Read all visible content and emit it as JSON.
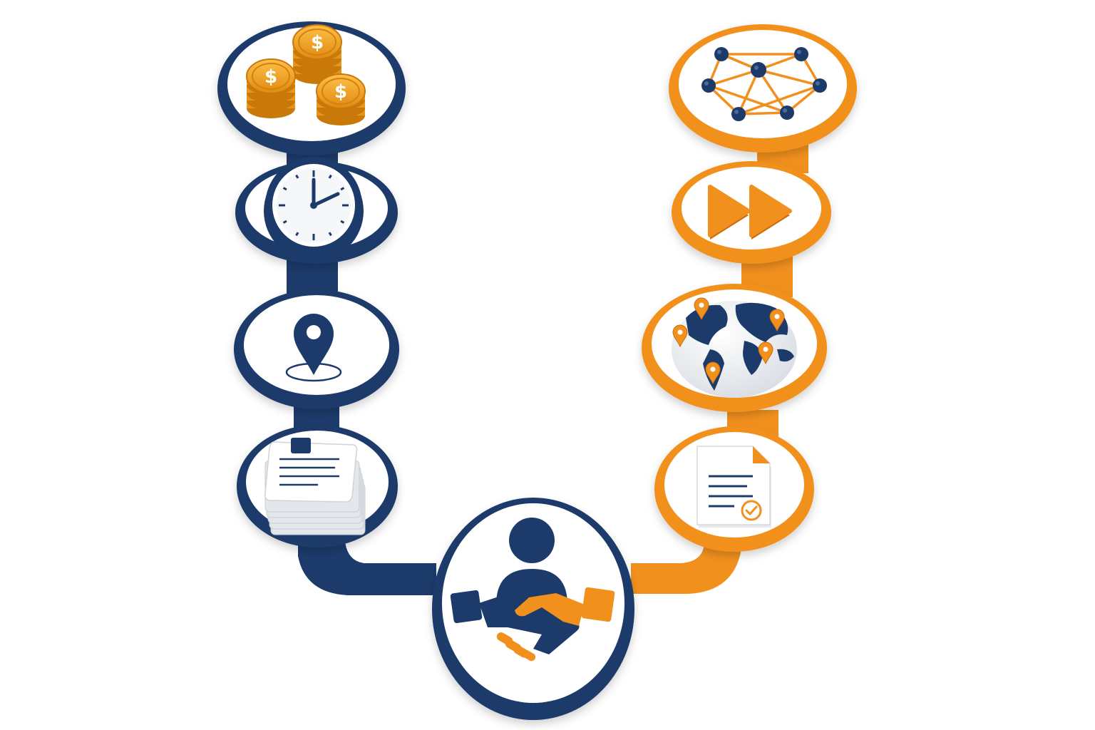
{
  "colors": {
    "navy": "#1c3b6b",
    "navy_dark": "#132b52",
    "orange": "#f2901e",
    "orange_dark": "#c96d0c",
    "gold": "#f5a623",
    "white": "#ffffff",
    "paper": "#f4f5f7"
  },
  "nodes": [
    {
      "id": "coins",
      "icon": "dollar-coins-icon",
      "side": "left",
      "glyph": "$"
    },
    {
      "id": "clock",
      "icon": "clock-icon",
      "side": "left"
    },
    {
      "id": "pin",
      "icon": "location-pin-icon",
      "side": "left"
    },
    {
      "id": "docs",
      "icon": "document-stack-icon",
      "side": "left"
    },
    {
      "id": "handshake",
      "icon": "person-handshake-icon",
      "side": "center"
    },
    {
      "id": "check-doc",
      "icon": "approved-document-icon",
      "side": "right"
    },
    {
      "id": "globe",
      "icon": "globe-pins-icon",
      "side": "right"
    },
    {
      "id": "forward",
      "icon": "fast-forward-icon",
      "side": "right"
    },
    {
      "id": "network",
      "icon": "network-icon",
      "side": "right"
    }
  ]
}
